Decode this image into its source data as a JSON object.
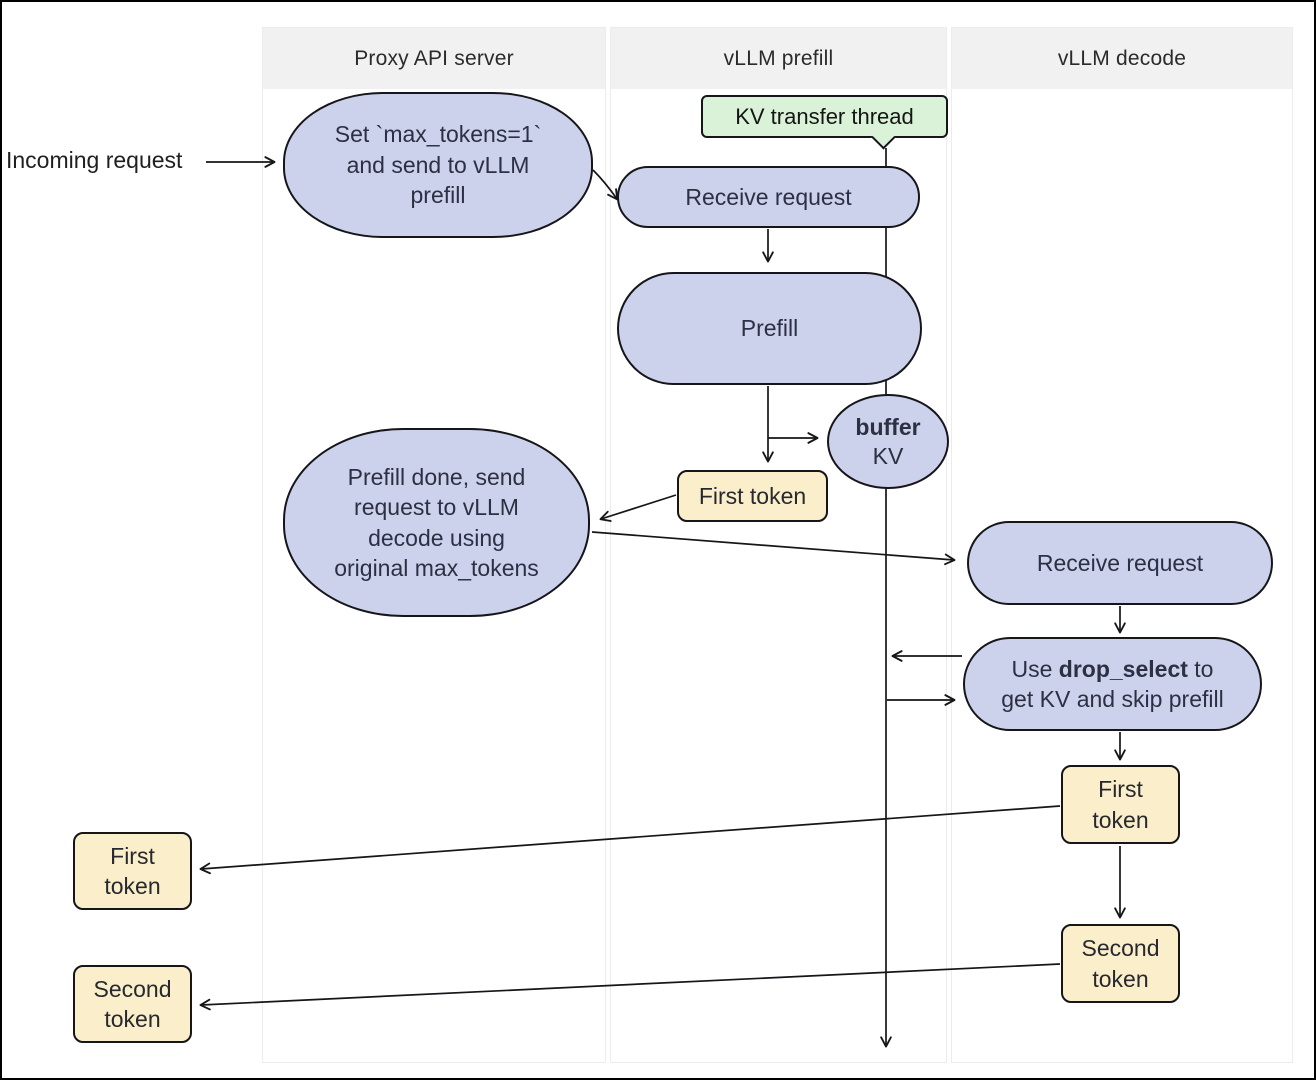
{
  "colors": {
    "process_fill": "#ccd2ec",
    "token_fill": "#fbeecb",
    "thread_fill": "#d9f2d8",
    "line": "#15151a",
    "lane_header_fill": "#f1f1f2"
  },
  "lanes": [
    {
      "label": "Proxy API server"
    },
    {
      "label": "vLLM prefill"
    },
    {
      "label": "vLLM decode"
    }
  ],
  "incoming_label": "Incoming request",
  "nodes": {
    "set_max_tokens": {
      "line1": "Set `max_tokens=1`",
      "line2": "and send to vLLM",
      "line3": "prefill"
    },
    "kv_transfer_thread": {
      "label": "KV transfer thread"
    },
    "receive_request_prefill": {
      "label": "Receive request"
    },
    "prefill": {
      "label": "Prefill"
    },
    "buffer_kv": {
      "line1_bold": "buffer",
      "line2": "KV"
    },
    "first_token_prefill": {
      "label": "First token"
    },
    "prefill_done": {
      "line1": "Prefill done, send",
      "line2": "request to vLLM",
      "line3": "decode using",
      "line4": "original max_tokens"
    },
    "receive_request_decode": {
      "label": "Receive request"
    },
    "drop_select": {
      "pre": "Use ",
      "bold": "drop_select",
      "post": " to",
      "line2": "get KV and skip prefill"
    },
    "first_token_decode": {
      "line1": "First",
      "line2": "token"
    },
    "second_token_decode": {
      "line1": "Second",
      "line2": "token"
    },
    "first_token_out": {
      "line1": "First",
      "line2": "token"
    },
    "second_token_out": {
      "line1": "Second",
      "line2": "token"
    }
  }
}
